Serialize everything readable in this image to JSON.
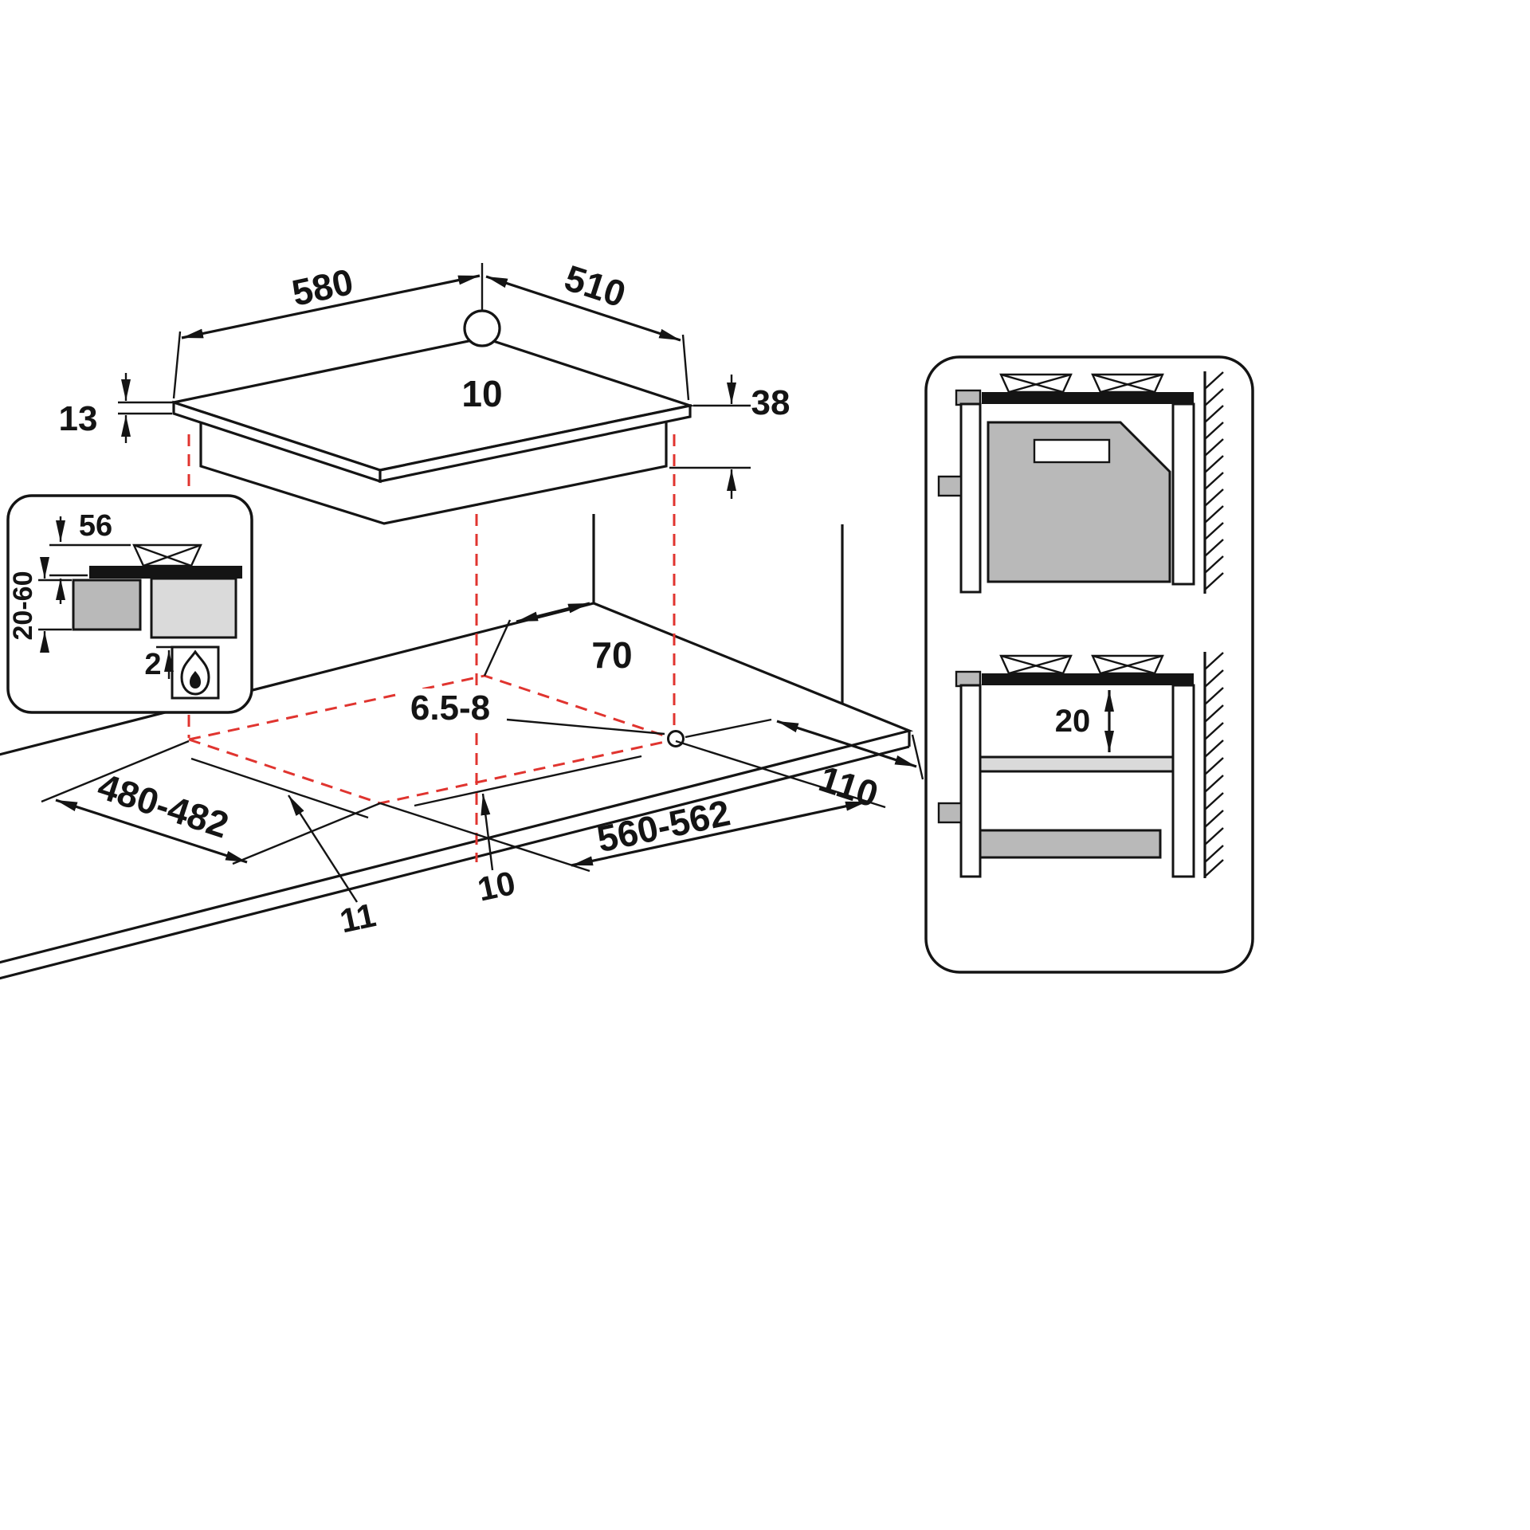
{
  "diagram": {
    "colors": {
      "line": "#141414",
      "projection": "#e0342f",
      "gray_fill": "#b9b9b9",
      "light_gray_fill": "#dadada",
      "background": "#ffffff"
    },
    "hob": {
      "width": "580",
      "depth": "510",
      "hole_diameter": "10",
      "rim_height": "13",
      "body_depth": "38"
    },
    "cutout": {
      "rear_clearance": "70",
      "fixing_hole_diameter": "6.5-8",
      "depth": "480-482",
      "width": "560-562",
      "front_overhang": "10",
      "side_overhang": "11",
      "side_clearance": "110"
    },
    "cross_section": {
      "height_above_worktop": "56",
      "worktop_thickness": "20-60",
      "gap_below": "2",
      "flame_icon": "gas-flame"
    },
    "clearances": {
      "shelf_distance": "20"
    }
  }
}
